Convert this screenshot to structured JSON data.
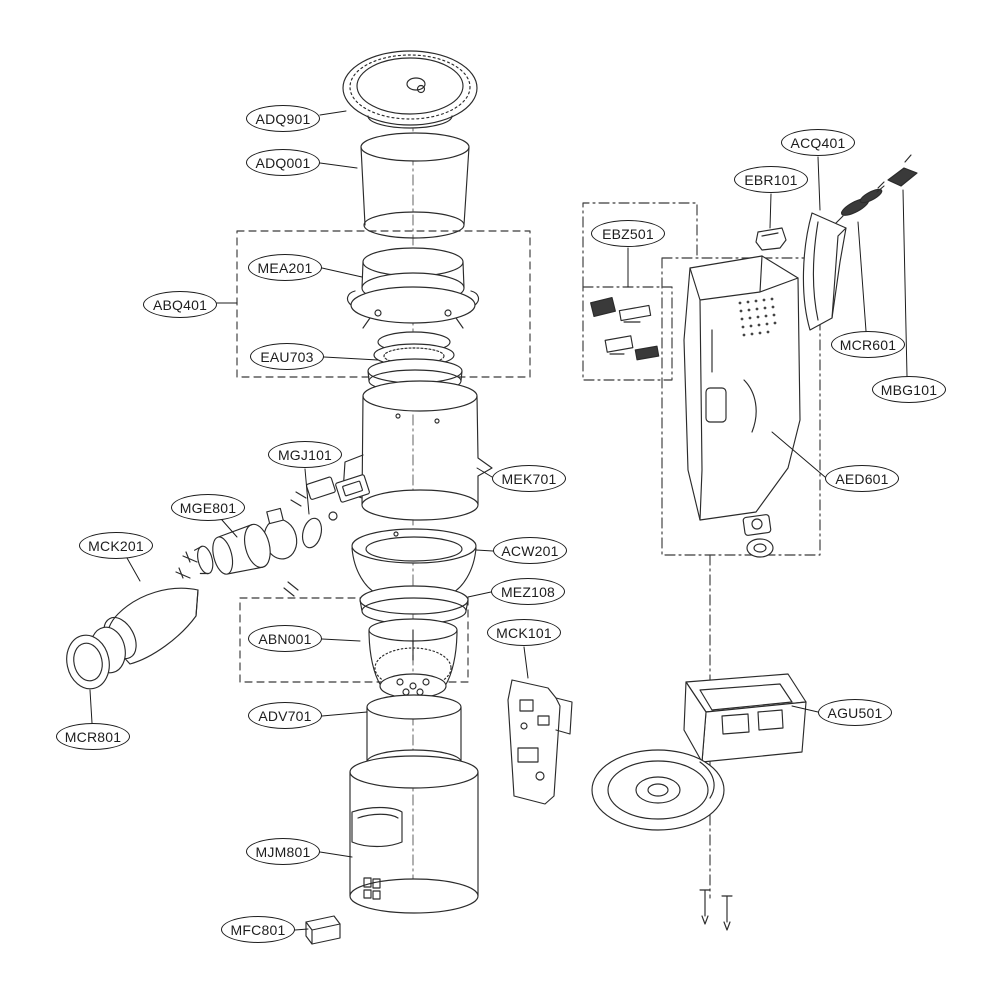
{
  "diagram": {
    "kind": "exploded-parts-diagram",
    "colors": {
      "line": "#2b2b2b",
      "background": "#ffffff",
      "dark_part": "#3a3a3a"
    },
    "parts": {
      "adq901": "ADQ901",
      "adq001": "ADQ001",
      "mea201": "MEA201",
      "abq401": "ABQ401",
      "eau703": "EAU703",
      "mgj101": "MGJ101",
      "mge801": "MGE801",
      "mck201": "MCK201",
      "mcr801": "MCR801",
      "abn001": "ABN001",
      "adv701": "ADV701",
      "mjm801": "MJM801",
      "mfc801": "MFC801",
      "mek701": "MEK701",
      "acw201": "ACW201",
      "mez108": "MEZ108",
      "mck101": "MCK101",
      "ebz501": "EBZ501",
      "ebr101": "EBR101",
      "acq401": "ACQ401",
      "mcr601": "MCR601",
      "mbg101": "MBG101",
      "aed601": "AED601",
      "agu501": "AGU501"
    }
  }
}
